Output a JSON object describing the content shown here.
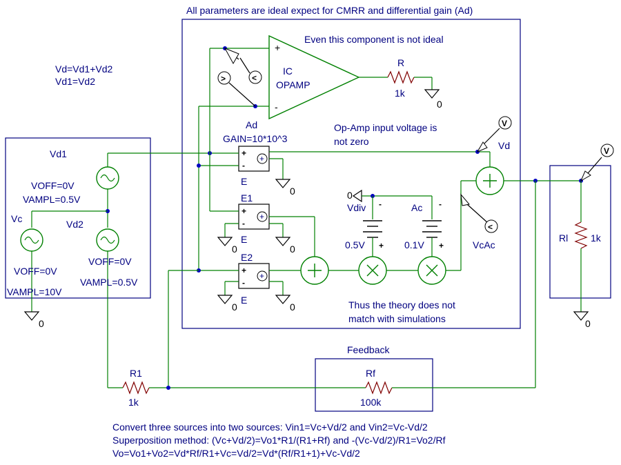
{
  "header_note": "All parameters are ideal expect for CMRR and differential gain (Ad)",
  "opamp_note": "Even this component is not ideal",
  "eq_vd": "Vd=Vd1+Vd2",
  "eq_vd1": "Vd1=Vd2",
  "opamp": {
    "ref": "IC",
    "value": "OPAMP",
    "plus": "+",
    "minus": "-"
  },
  "R": {
    "ref": "R",
    "value": "1k"
  },
  "Ad": {
    "ref": "Ad",
    "value": "GAIN=10*10^3"
  },
  "E_parts": [
    "E",
    "E1",
    "E",
    "E2",
    "E"
  ],
  "input_note_1": "Op-Amp input voltage is",
  "input_note_2": "not zero",
  "vd_label": "Vd",
  "vd1": {
    "ref": "Vd1",
    "voff": "VOFF=0V",
    "vampl": "VAMPL=0.5V"
  },
  "vc": {
    "ref": "Vc",
    "voff": "VOFF=0V",
    "vampl": "VAMPL=10V"
  },
  "vd2": {
    "ref": "Vd2",
    "voff": "VOFF=0V",
    "vampl": "VAMPL=0.5V"
  },
  "vdiv": {
    "ref": "Vdiv",
    "value": "0.5V"
  },
  "ac": {
    "ref": "Ac",
    "value": "0.1V"
  },
  "vcac": "VcAc",
  "theory_1": "Thus the theory does not",
  "theory_2": "match with simulations",
  "rl": {
    "ref": "Rl",
    "value": "1k"
  },
  "feedback_title": "Feedback",
  "rf": {
    "ref": "Rf",
    "value": "100k"
  },
  "r1": {
    "ref": "R1",
    "value": "1k"
  },
  "ground": "0",
  "probe_v": "V",
  "probe_gt": ">",
  "probe_lt": "<",
  "eq_line1": "Convert three sources into two sources: Vin1=Vc+Vd/2 and Vin2=Vc-Vd/2",
  "eq_line2": "Superposition method: (Vc+Vd/2)=Vo1*R1/(R1+Rf)       and      -(Vc-Vd/2)/R1=Vo2/Rf",
  "eq_line3": "Vo=Vo1+Vo2=Vd*Rf/R1+Vc=Vd/2=Vd*(Rf/R1+1)+Vc-Vd/2",
  "colors": {
    "wire": "#008000",
    "part": "#800000",
    "text": "#000080",
    "dot": "#0000c0"
  }
}
